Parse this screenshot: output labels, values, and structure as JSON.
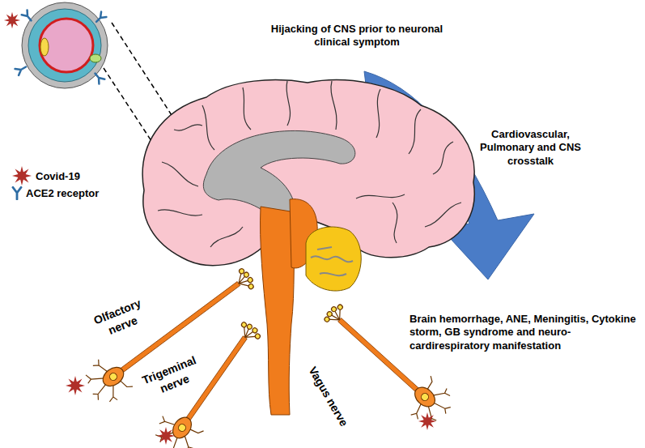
{
  "diagram": {
    "labels": [
      "Hijacking of CNS prior to neuronal clinical symptom",
      "Cardiovascular, Pulmonary and CNS crosstalk",
      "Brain hemorrhage, ANE, Meningitis, Cytokine storm, GB syndrome and neuro-cardirespiratory manifestation",
      "Olfactory nerve",
      "Trigeminal nerve",
      "Vagus nerve"
    ],
    "legend": [
      {
        "text": "Covid-19"
      },
      {
        "text": "ACE2 receptor"
      }
    ]
  }
}
